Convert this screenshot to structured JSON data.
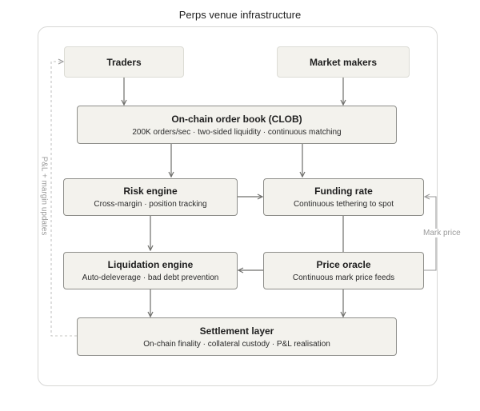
{
  "title": "Perps venue infrastructure",
  "nodes": {
    "traders": {
      "name": "Traders"
    },
    "market_makers": {
      "name": "Market makers"
    },
    "order_book": {
      "name": "On-chain order book (CLOB)",
      "sub": "200K orders/sec · two-sided liquidity · continuous matching"
    },
    "risk_engine": {
      "name": "Risk engine",
      "sub": "Cross-margin · position tracking"
    },
    "funding_rate": {
      "name": "Funding rate",
      "sub": "Continuous tethering to spot"
    },
    "liquidation_engine": {
      "name": "Liquidation engine",
      "sub": "Auto-deleverage · bad debt prevention"
    },
    "price_oracle": {
      "name": "Price oracle",
      "sub": "Continuous mark price feeds"
    },
    "settlement_layer": {
      "name": "Settlement layer",
      "sub": "On-chain finality · collateral custody · P&L realisation"
    }
  },
  "edge_labels": {
    "feedback": "P&L + margin updates",
    "mark_price": "Mark price"
  },
  "colors": {
    "node_fill": "#f3f2ed",
    "node_border": "#8e8e8a",
    "user_border": "#dcdcd5",
    "arrow": "#6f6f6c",
    "muted_line": "#c4c4c2"
  }
}
